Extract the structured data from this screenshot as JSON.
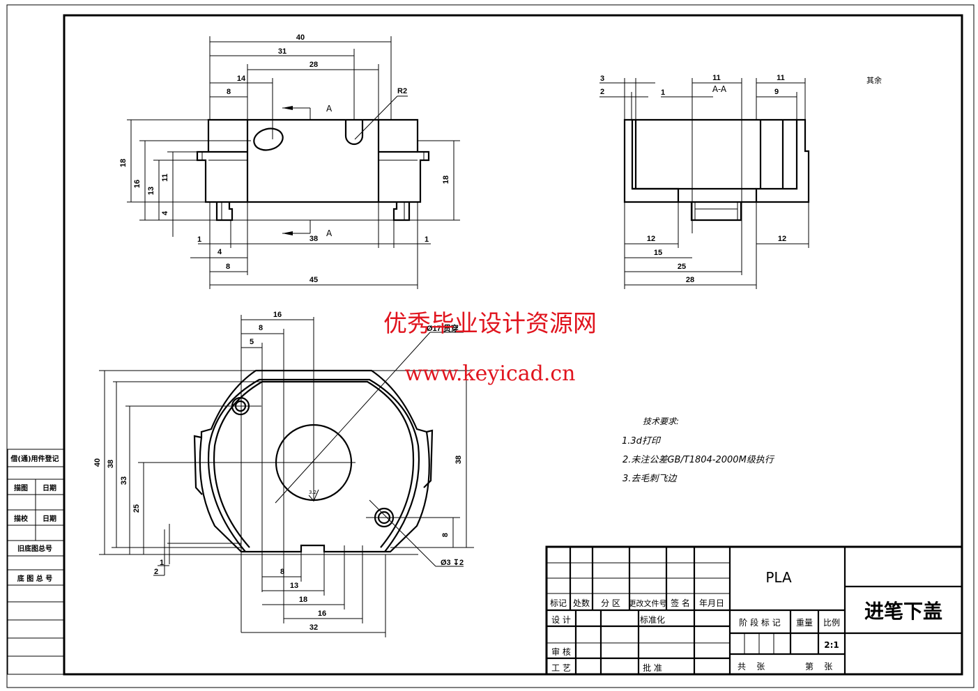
{
  "drawing": {
    "part_name": "进笔下盖",
    "material": "PLA",
    "scale": "2:1",
    "section_label": "A-A",
    "section_mark": "A",
    "roughness_note": "其余",
    "surface_finish_value": "3.2",
    "hole_note_large": "Ø17 贯穿",
    "hole_note_small": "Ø3 ↧2",
    "radius_note": "R2"
  },
  "watermark": {
    "line1": "优秀毕业设计资源网",
    "line2": "www.keyicad.cn",
    "color": "#e0141e"
  },
  "tech_requirements": {
    "title": "技术要求:",
    "items": [
      "1.3d打印",
      "2.未注公差GB/T1804-2000M级执行",
      "3.去毛刺飞边"
    ]
  },
  "title_block": {
    "header_row": [
      "标记",
      "处数",
      "分 区",
      "更改文件号",
      "签 名",
      "年月日"
    ],
    "design": "设 计",
    "standardize": "标准化",
    "review": "审 核",
    "process": "工 艺",
    "approve": "批 准",
    "stage_mark": "阶 段 标 记",
    "weight": "重量",
    "ratio": "比例",
    "total_sheets": "共    张",
    "sheet_no": "第    张"
  },
  "side_panel": {
    "rows": [
      "借(通)用件登记",
      "描图",
      "日期",
      "描校",
      "日期",
      "旧底图总号",
      "底 图 总 号"
    ]
  },
  "dimensions": {
    "front_view": [
      "40",
      "31",
      "28",
      "14",
      "8",
      "18",
      "16",
      "13",
      "11",
      "4",
      "18",
      "1",
      "4",
      "8",
      "38",
      "1",
      "45"
    ],
    "section_view": [
      "3",
      "2",
      "1",
      "11",
      "11",
      "9",
      "12",
      "15",
      "25",
      "28",
      "12"
    ],
    "bottom_view": [
      "16",
      "8",
      "5",
      "40",
      "38",
      "33",
      "25",
      "38",
      "8",
      "2",
      "1",
      "8",
      "13",
      "18",
      "16",
      "32"
    ]
  }
}
